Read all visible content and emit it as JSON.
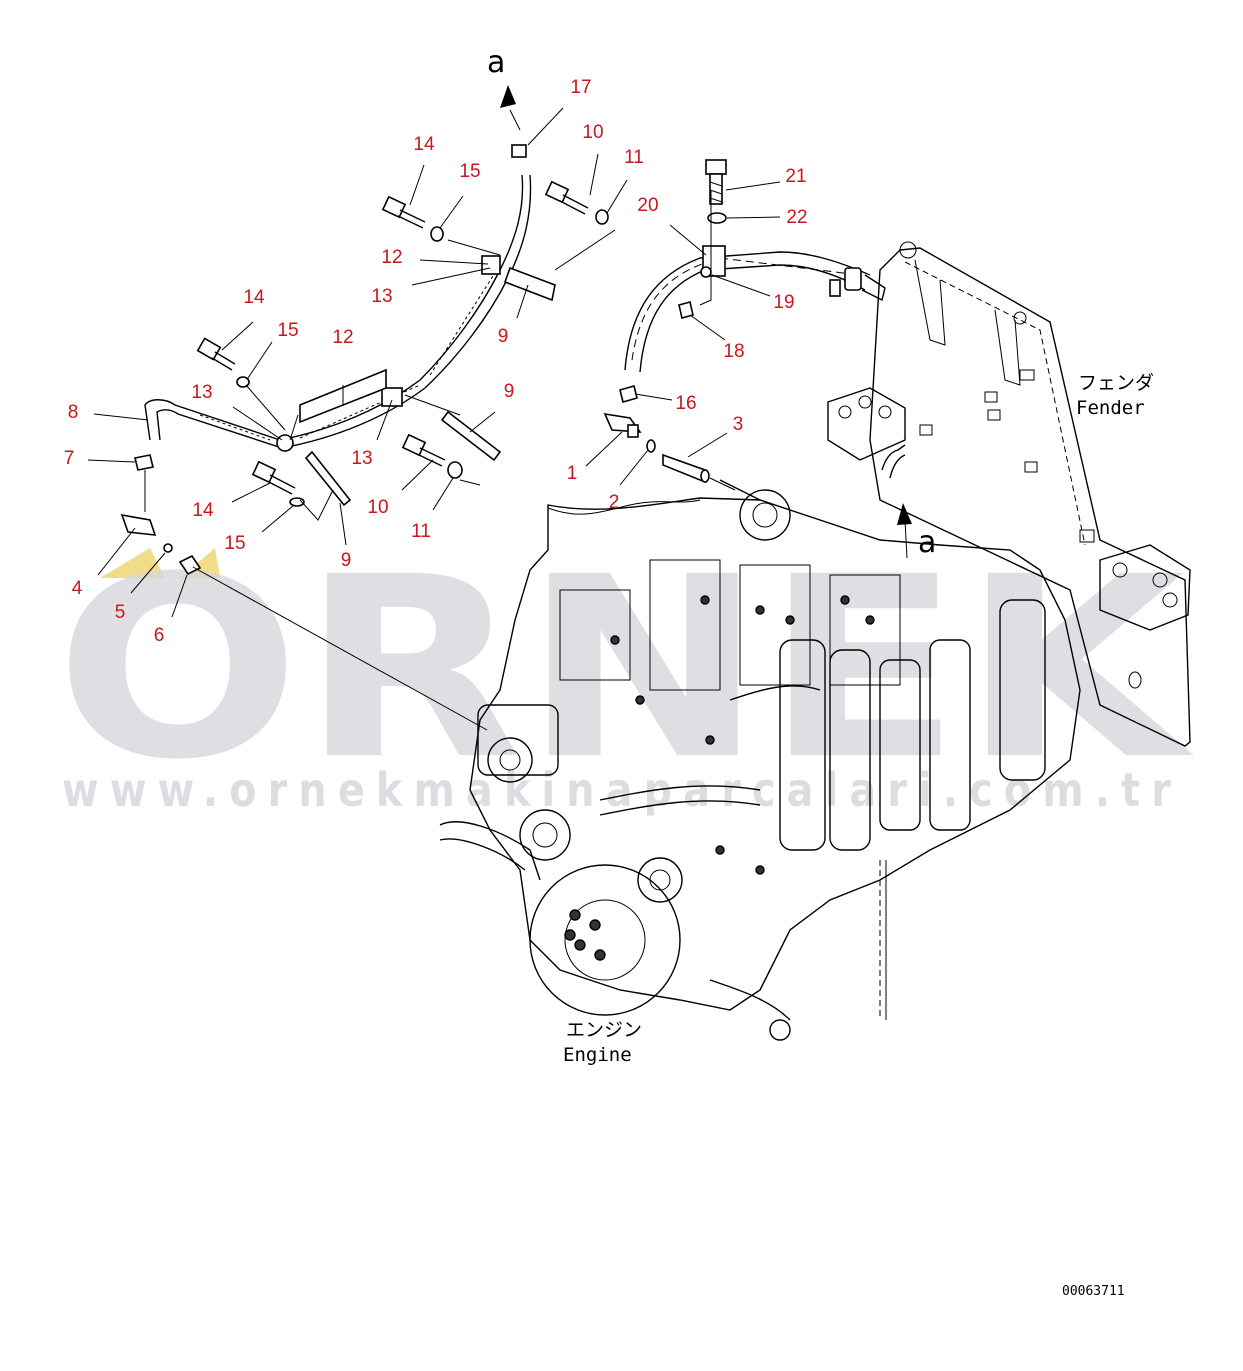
{
  "watermark": {
    "brand": "ORNEK",
    "url": "www.ornekmakinaparcalari.com.tr"
  },
  "reference_arrows": [
    {
      "id": "a-top",
      "label": "a"
    },
    {
      "id": "a-engine",
      "label": "a"
    }
  ],
  "labels": {
    "fender_jp": "フェンダ",
    "fender_en": "Fender",
    "engine_jp": "エンジン",
    "engine_en": "Engine"
  },
  "drawing_number": "00063711",
  "callouts": [
    {
      "id": "c1",
      "text": "1"
    },
    {
      "id": "c2",
      "text": "2"
    },
    {
      "id": "c3",
      "text": "3"
    },
    {
      "id": "c4",
      "text": "4"
    },
    {
      "id": "c5",
      "text": "5"
    },
    {
      "id": "c6",
      "text": "6"
    },
    {
      "id": "c7",
      "text": "7"
    },
    {
      "id": "c8",
      "text": "8"
    },
    {
      "id": "c9a",
      "text": "9"
    },
    {
      "id": "c9b",
      "text": "9"
    },
    {
      "id": "c9c",
      "text": "9"
    },
    {
      "id": "c10a",
      "text": "10"
    },
    {
      "id": "c10b",
      "text": "10"
    },
    {
      "id": "c11a",
      "text": "11"
    },
    {
      "id": "c11b",
      "text": "11"
    },
    {
      "id": "c12a",
      "text": "12"
    },
    {
      "id": "c12b",
      "text": "12"
    },
    {
      "id": "c13a",
      "text": "13"
    },
    {
      "id": "c13b",
      "text": "13"
    },
    {
      "id": "c13c",
      "text": "13"
    },
    {
      "id": "c14a",
      "text": "14"
    },
    {
      "id": "c14b",
      "text": "14"
    },
    {
      "id": "c14c",
      "text": "14"
    },
    {
      "id": "c15a",
      "text": "15"
    },
    {
      "id": "c15b",
      "text": "15"
    },
    {
      "id": "c15c",
      "text": "15"
    },
    {
      "id": "c16",
      "text": "16"
    },
    {
      "id": "c17",
      "text": "17"
    },
    {
      "id": "c18",
      "text": "18"
    },
    {
      "id": "c19",
      "text": "19"
    },
    {
      "id": "c20",
      "text": "20"
    },
    {
      "id": "c21",
      "text": "21"
    },
    {
      "id": "c22",
      "text": "22"
    }
  ]
}
